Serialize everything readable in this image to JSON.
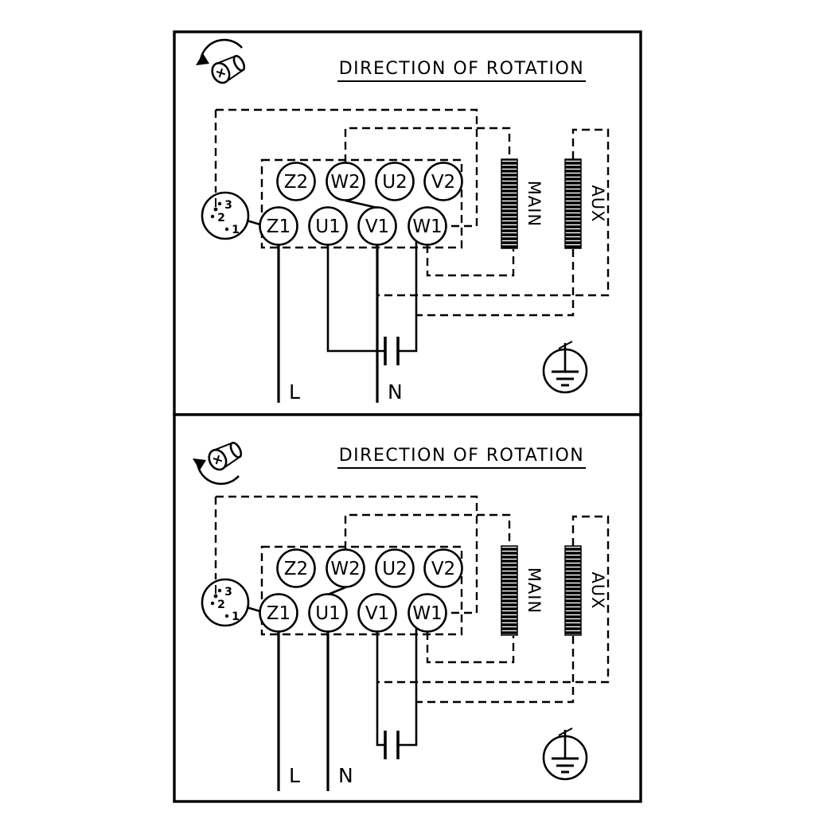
{
  "labels": {
    "title": "DIRECTION OF ROTATION"
  },
  "terminals": {
    "z2": "Z2",
    "w2": "W2",
    "u2": "U2",
    "v2": "V2",
    "z1": "Z1",
    "u1": "U1",
    "v1": "V1",
    "w1": "W1"
  },
  "windings": {
    "main": "MAIN",
    "aux": "AUX"
  },
  "power": {
    "line": "L",
    "neutral": "N"
  },
  "selector": {
    "positions": [
      "3",
      "2",
      "1"
    ]
  },
  "colors": {
    "ink": "#000000",
    "background": "#ffffff"
  }
}
